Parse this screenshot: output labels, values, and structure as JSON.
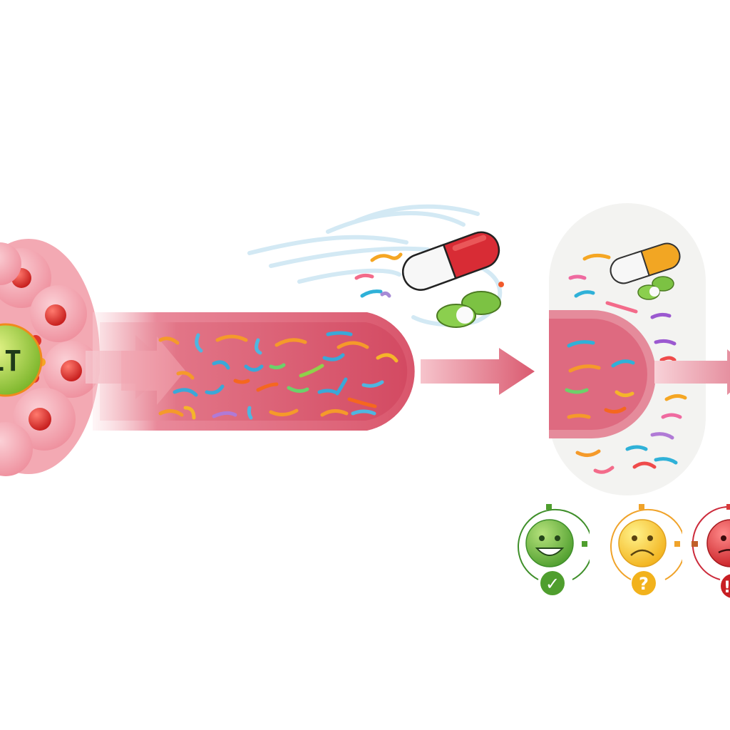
{
  "diagram": {
    "stages": [
      {
        "id": "tumor",
        "label": ""
      },
      {
        "id": "gut",
        "label": ""
      },
      {
        "id": "treatment",
        "label": ""
      },
      {
        "id": "disrupted-gut",
        "label": ""
      },
      {
        "id": "outcomes",
        "label": ""
      }
    ],
    "tumor": {
      "nucleus_text": "LT",
      "colors": {
        "cell": "#f4a3ae",
        "nucleus": "#e53935",
        "core": "#9ccc3a"
      }
    },
    "gut": {
      "colors": {
        "wall": "#e06b7e",
        "lumen": "#d94f66",
        "arrow": "#e87d8f"
      }
    },
    "treatment": {
      "pill_main": {
        "left": "#ffffff",
        "right": "#d82c35"
      },
      "pill_secondary": {
        "left": "#ffffff",
        "right": "#f2a623"
      },
      "tablet_color": "#7cc243",
      "swirl_color": "#cfe7f3"
    },
    "outcomes": [
      {
        "id": "good",
        "face": "happy",
        "badge_glyph": "✓",
        "color": "#5cae3c",
        "ring": "#3f8f2a"
      },
      {
        "id": "uncertain",
        "face": "sad",
        "badge_glyph": "?",
        "color": "#f6c932",
        "ring": "#f0a32a"
      },
      {
        "id": "bad",
        "face": "upset",
        "badge_glyph": "!",
        "color": "#e23a3a",
        "ring": "#cc2b3b"
      }
    ]
  }
}
